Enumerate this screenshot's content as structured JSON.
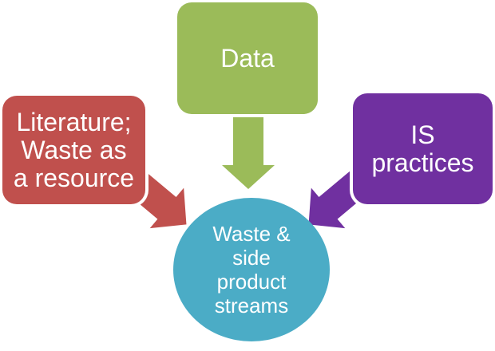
{
  "colors": {
    "red": "#C0504D",
    "green": "#9BBB59",
    "purple": "#7030A0",
    "teal": "#4BACC6",
    "text": "#FFFFFF",
    "background": "#FFFFFF"
  },
  "nodes": {
    "literature": {
      "label": "Literature;\nWaste as\na resource"
    },
    "data": {
      "label": "Data"
    },
    "is_practices": {
      "label": "IS\npractices"
    },
    "center": {
      "label": "Waste &\nside\nproduct\nstreams"
    }
  },
  "arrows": [
    {
      "from": "literature",
      "to": "center",
      "color": "#C0504D"
    },
    {
      "from": "data",
      "to": "center",
      "color": "#9BBB59"
    },
    {
      "from": "is_practices",
      "to": "center",
      "color": "#7030A0"
    }
  ]
}
